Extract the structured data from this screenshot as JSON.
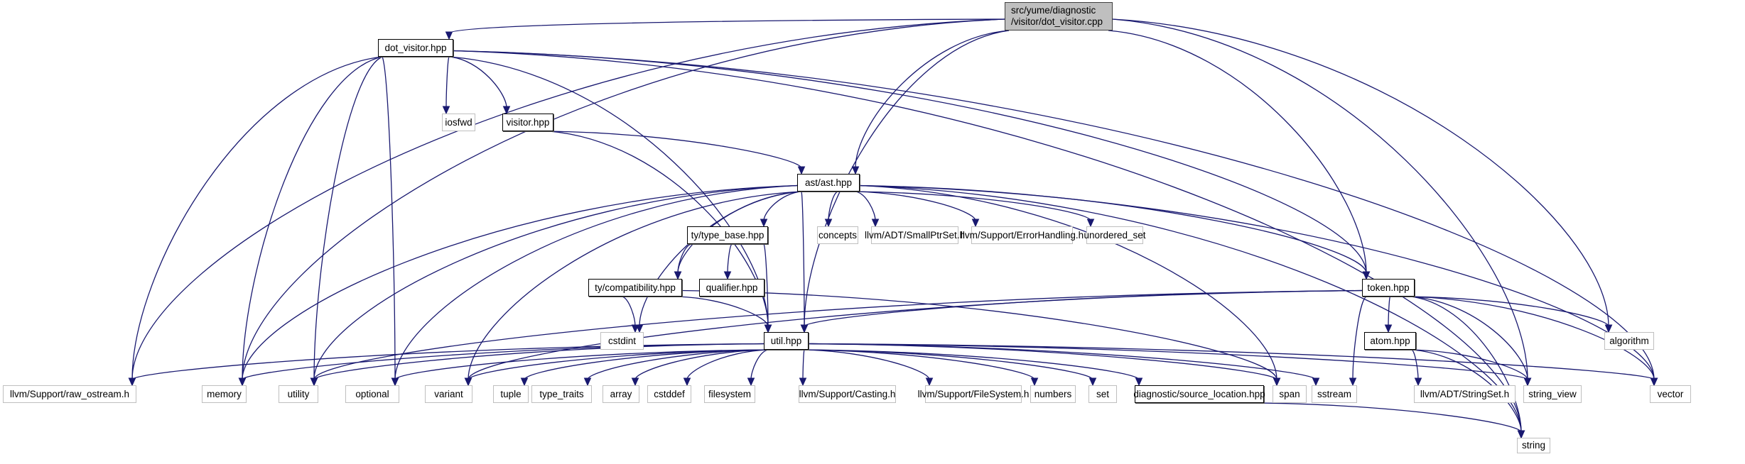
{
  "graph": {
    "title": "Include dependency graph for dot_visitor.cpp",
    "colors": {
      "edge": "#191970",
      "root_fill": "#bfbfbf",
      "internal_border": "#000000",
      "external_border": "#bfbfbf"
    },
    "nodes": [
      {
        "id": "root",
        "label": "src/yume/diagnostic\n/visitor/dot_visitor.cpp",
        "kind": "root"
      },
      {
        "id": "dot_visitor_hpp",
        "label": "dot_visitor.hpp",
        "kind": "internal"
      },
      {
        "id": "iosfwd",
        "label": "iosfwd",
        "kind": "external"
      },
      {
        "id": "visitor_hpp",
        "label": "visitor.hpp",
        "kind": "internal"
      },
      {
        "id": "ast_hpp",
        "label": "ast/ast.hpp",
        "kind": "internal"
      },
      {
        "id": "type_base_hpp",
        "label": "ty/type_base.hpp",
        "kind": "internal"
      },
      {
        "id": "concepts",
        "label": "concepts",
        "kind": "external"
      },
      {
        "id": "smallptrset",
        "label": "llvm/ADT/SmallPtrSet.h",
        "kind": "external"
      },
      {
        "id": "errorhandling",
        "label": "llvm/Support/ErrorHandling.h",
        "kind": "external"
      },
      {
        "id": "unordered_set",
        "label": "unordered_set",
        "kind": "external"
      },
      {
        "id": "compatibility_hpp",
        "label": "ty/compatibility.hpp",
        "kind": "internal"
      },
      {
        "id": "qualifier_hpp",
        "label": "qualifier.hpp",
        "kind": "internal"
      },
      {
        "id": "token_hpp",
        "label": "token.hpp",
        "kind": "internal"
      },
      {
        "id": "cstdint",
        "label": "cstdint",
        "kind": "external"
      },
      {
        "id": "util_hpp",
        "label": "util.hpp",
        "kind": "internal"
      },
      {
        "id": "atom_hpp",
        "label": "atom.hpp",
        "kind": "internal"
      },
      {
        "id": "algorithm",
        "label": "algorithm",
        "kind": "external"
      },
      {
        "id": "raw_ostream",
        "label": "llvm/Support/raw_ostream.h",
        "kind": "external"
      },
      {
        "id": "memory",
        "label": "memory",
        "kind": "external"
      },
      {
        "id": "utility",
        "label": "utility",
        "kind": "external"
      },
      {
        "id": "optional",
        "label": "optional",
        "kind": "external"
      },
      {
        "id": "variant",
        "label": "variant",
        "kind": "external"
      },
      {
        "id": "tuple",
        "label": "tuple",
        "kind": "external"
      },
      {
        "id": "type_traits",
        "label": "type_traits",
        "kind": "external"
      },
      {
        "id": "array",
        "label": "array",
        "kind": "external"
      },
      {
        "id": "cstddef",
        "label": "cstddef",
        "kind": "external"
      },
      {
        "id": "filesystem",
        "label": "filesystem",
        "kind": "external"
      },
      {
        "id": "casting",
        "label": "llvm/Support/Casting.h",
        "kind": "external"
      },
      {
        "id": "filesystem_h",
        "label": "llvm/Support/FileSystem.h",
        "kind": "external"
      },
      {
        "id": "numbers",
        "label": "numbers",
        "kind": "external"
      },
      {
        "id": "set",
        "label": "set",
        "kind": "external"
      },
      {
        "id": "source_location_hpp",
        "label": "diagnostic/source_location.hpp",
        "kind": "internal"
      },
      {
        "id": "span",
        "label": "span",
        "kind": "external"
      },
      {
        "id": "sstream",
        "label": "sstream",
        "kind": "external"
      },
      {
        "id": "stringset",
        "label": "llvm/ADT/StringSet.h",
        "kind": "external"
      },
      {
        "id": "string_view",
        "label": "string_view",
        "kind": "external"
      },
      {
        "id": "vector",
        "label": "vector",
        "kind": "external"
      },
      {
        "id": "string",
        "label": "string",
        "kind": "external"
      }
    ],
    "edges": [
      [
        "root",
        "dot_visitor_hpp"
      ],
      [
        "root",
        "ast_hpp"
      ],
      [
        "root",
        "raw_ostream"
      ],
      [
        "root",
        "memory"
      ],
      [
        "root",
        "token_hpp"
      ],
      [
        "root",
        "util_hpp"
      ],
      [
        "root",
        "algorithm"
      ],
      [
        "root",
        "string_view"
      ],
      [
        "dot_visitor_hpp",
        "iosfwd"
      ],
      [
        "dot_visitor_hpp",
        "visitor_hpp"
      ],
      [
        "dot_visitor_hpp",
        "raw_ostream"
      ],
      [
        "dot_visitor_hpp",
        "memory"
      ],
      [
        "dot_visitor_hpp",
        "utility"
      ],
      [
        "dot_visitor_hpp",
        "optional"
      ],
      [
        "dot_visitor_hpp",
        "string"
      ],
      [
        "dot_visitor_hpp",
        "util_hpp"
      ],
      [
        "dot_visitor_hpp",
        "token_hpp"
      ],
      [
        "dot_visitor_hpp",
        "vector"
      ],
      [
        "visitor_hpp",
        "ast_hpp"
      ],
      [
        "visitor_hpp",
        "util_hpp"
      ],
      [
        "ast_hpp",
        "type_base_hpp"
      ],
      [
        "ast_hpp",
        "concepts"
      ],
      [
        "ast_hpp",
        "smallptrset"
      ],
      [
        "ast_hpp",
        "errorhandling"
      ],
      [
        "ast_hpp",
        "unordered_set"
      ],
      [
        "ast_hpp",
        "compatibility_hpp"
      ],
      [
        "ast_hpp",
        "token_hpp"
      ],
      [
        "ast_hpp",
        "util_hpp"
      ],
      [
        "ast_hpp",
        "cstdint"
      ],
      [
        "ast_hpp",
        "memory"
      ],
      [
        "ast_hpp",
        "utility"
      ],
      [
        "ast_hpp",
        "optional"
      ],
      [
        "ast_hpp",
        "variant"
      ],
      [
        "ast_hpp",
        "span"
      ],
      [
        "ast_hpp",
        "vector"
      ],
      [
        "ast_hpp",
        "string"
      ],
      [
        "type_base_hpp",
        "compatibility_hpp"
      ],
      [
        "type_base_hpp",
        "qualifier_hpp"
      ],
      [
        "type_base_hpp",
        "util_hpp"
      ],
      [
        "compatibility_hpp",
        "cstdint"
      ],
      [
        "compatibility_hpp",
        "util_hpp"
      ],
      [
        "compatibility_hpp",
        "span"
      ],
      [
        "token_hpp",
        "atom_hpp"
      ],
      [
        "token_hpp",
        "algorithm"
      ],
      [
        "token_hpp",
        "util_hpp"
      ],
      [
        "token_hpp",
        "sstream"
      ],
      [
        "token_hpp",
        "string_view"
      ],
      [
        "token_hpp",
        "vector"
      ],
      [
        "token_hpp",
        "string"
      ],
      [
        "token_hpp",
        "variant"
      ],
      [
        "token_hpp",
        "utility"
      ],
      [
        "atom_hpp",
        "stringset"
      ],
      [
        "atom_hpp",
        "string_view"
      ],
      [
        "atom_hpp",
        "string"
      ],
      [
        "util_hpp",
        "raw_ostream"
      ],
      [
        "util_hpp",
        "memory"
      ],
      [
        "util_hpp",
        "utility"
      ],
      [
        "util_hpp",
        "optional"
      ],
      [
        "util_hpp",
        "variant"
      ],
      [
        "util_hpp",
        "tuple"
      ],
      [
        "util_hpp",
        "type_traits"
      ],
      [
        "util_hpp",
        "array"
      ],
      [
        "util_hpp",
        "cstddef"
      ],
      [
        "util_hpp",
        "filesystem"
      ],
      [
        "util_hpp",
        "casting"
      ],
      [
        "util_hpp",
        "filesystem_h"
      ],
      [
        "util_hpp",
        "numbers"
      ],
      [
        "util_hpp",
        "set"
      ],
      [
        "util_hpp",
        "source_location_hpp"
      ],
      [
        "util_hpp",
        "span"
      ],
      [
        "util_hpp",
        "sstream"
      ],
      [
        "util_hpp",
        "string_view"
      ],
      [
        "util_hpp",
        "vector"
      ],
      [
        "source_location_hpp",
        "string"
      ]
    ]
  }
}
